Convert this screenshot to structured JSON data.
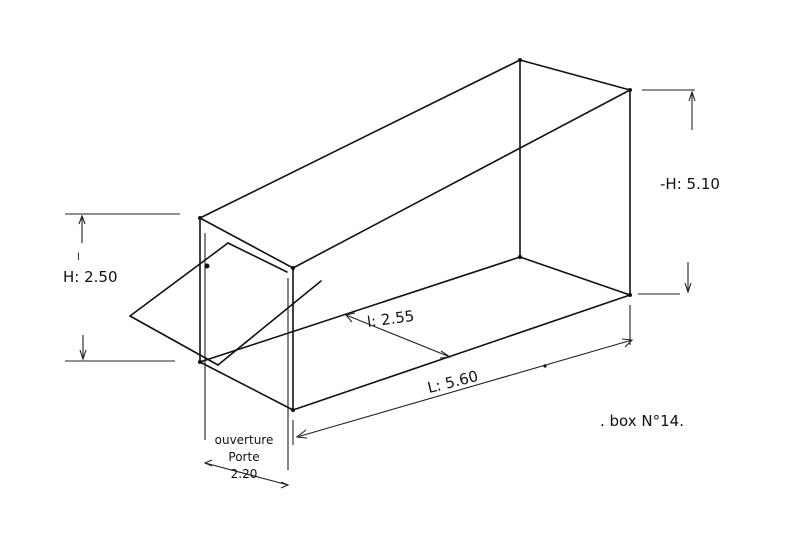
{
  "diagram": {
    "type": "hand-drawn isometric box sketch",
    "colors": {
      "ink": "#111111",
      "paper": "#ffffff"
    },
    "labels": {
      "door_height": "H: 2.50",
      "door_height_sup": "l",
      "box_height": "-H: 5.10",
      "box_width": "l: 2.55",
      "box_length": "L: 5.60",
      "door_opening_line1": "ouverture",
      "door_opening_line2": "Porte",
      "door_opening_value": "2.20",
      "box_title": ". box N°14."
    }
  }
}
